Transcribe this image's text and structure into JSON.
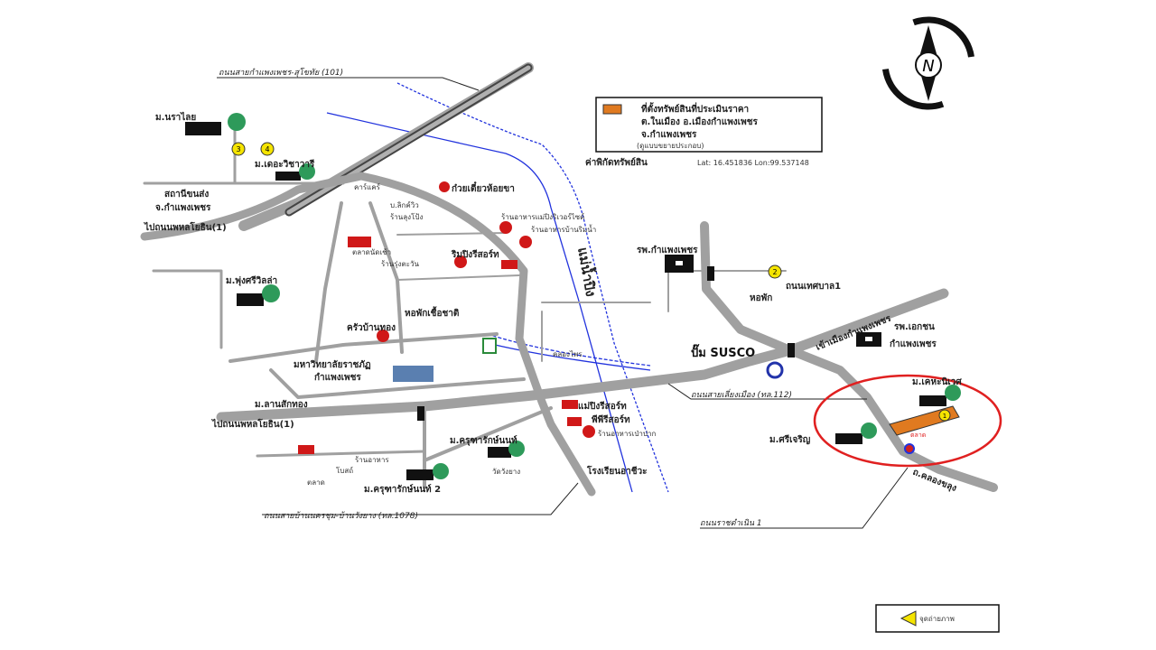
{
  "compass": {
    "label": "N"
  },
  "legend": {
    "lines": [
      "ที่ตั้งทรัพย์สินที่ประเมินราคา",
      "ต.ในเมือง อ.เมืองกำแพงเพชร",
      "จ.กำแพงเพชร",
      "(ดูแบบขยายประกอบ)"
    ],
    "swatch_color": "#e07a20"
  },
  "coordinates": {
    "label": "ค่าพิกัดทรัพย์สิน",
    "value": "Lat: 16.451836 Lon:99.537148"
  },
  "roads": {
    "r101": "ถนนสายกำแพงเพชร-สุโขทัย (101)",
    "r112": "ถนนสายเลี่ยงเมือง (ทล.112)",
    "r1078": "ถนนสายบ้านนครชุม-บ้านวังยาง (ทล.1078)",
    "ratchadamnoen": "ถนนราชดำเนิน 1",
    "thesaban": "ถนนเทศบาล1",
    "to_phahon_1": "ไปถนนพหลโยธิน(1)",
    "to_phahon_2": "ไปถนนพหลโยธิน(1)",
    "to_city": "เข้าเมืองกำแพงเพชร",
    "khlong_khlung": "ถ.คลองขลุง"
  },
  "river": {
    "label": "แม่น้ำปิง",
    "canal": "คลองไพร",
    "color": "#2233dd"
  },
  "places": {
    "naralai": "ม.นราไลย",
    "the_village": "ม.เดอะวิชาวารี",
    "bus_station_1": "สถานีขนส่ง",
    "bus_station_2": "จ.กำแพงเพชร",
    "carcare": "คาร์แคร์",
    "noodle": "ก๋วยเตี๋ยวห้อยขา",
    "store_1": "บ.ลิกค์วิว",
    "store_2": "ร้านลุงโป้ง",
    "rest_1": "ร้านอาหารแม่ปิงริเวอร์ไซด์",
    "rest_2": "ร้านอาหารบ้านริมน้ำ",
    "shop_a": "ตลาดนัดเช้า",
    "shop_b": "ร้านรุ่งตะวัน",
    "resort_c": "ริมปิงรีสอร์ท",
    "villa": "ม.พุ่งศรีวิลล่า",
    "dorm": "หอพักเชื้อชาติ",
    "kitchen": "ครัวบ้านทอง",
    "hospital": "รพ.กำแพงเพชร",
    "dorm2": "หอพัก",
    "private_hosp_1": "รพ.เอกชน",
    "private_hosp_2": "กำแพงเพชร",
    "susco": "ปั๊ม SUSCO",
    "univ_1": "มหาวิทยาลัยราชภัฏ",
    "univ_2": "กำแพงเพชร",
    "lansak": "ม.ลานสักทอง",
    "maeping_resort": "แม่ปิงรีสอร์ท",
    "pp_resort": "พีพีรีสอร์ท",
    "paopak": "ร้านอาหารเป่าปาก",
    "kruta_1": "ม.ครุฑารักษ์นนท์",
    "kruta_2": "ม.ครุฑารักษ์นนท์ 2",
    "wat": "วัดวังยาง",
    "school": "โรงเรียนอาชีวะ",
    "shop_small": "ร้านอาหาร",
    "market_small": "ตลาด",
    "church": "โบสถ์",
    "kheha": "ม.เคหะนิเวศ",
    "sricharoen": "ม.ศรีเจริญ",
    "red_label": "ตลาด"
  },
  "markers": {
    "m1": "1",
    "m2": "2",
    "m3": "3",
    "m4": "4"
  },
  "photo_legend": {
    "label": "จุดถ่ายภาพ"
  },
  "colors": {
    "road": "#a0a0a0",
    "highlight_circle": "#e02020",
    "marker": "#f5e400",
    "tree": "#2e9a5a",
    "restaurant": "#d01818"
  }
}
